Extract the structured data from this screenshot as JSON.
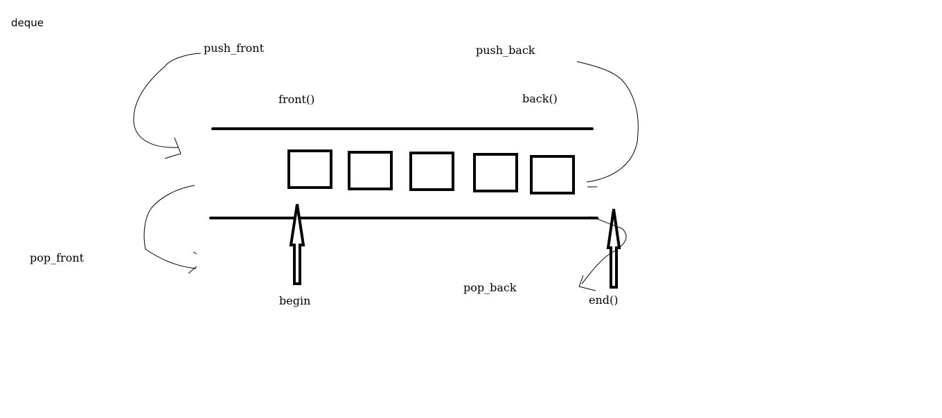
{
  "diagram": {
    "title": "deque",
    "labels": {
      "push_front": "push_front",
      "push_back": "push_back",
      "front": "front()",
      "back": "back()",
      "pop_front": "pop_front",
      "pop_back": "pop_back",
      "begin": "begin",
      "end": "end()"
    },
    "element_count": 5,
    "colors": {
      "stroke": "#000000",
      "background": "#ffffff"
    }
  }
}
